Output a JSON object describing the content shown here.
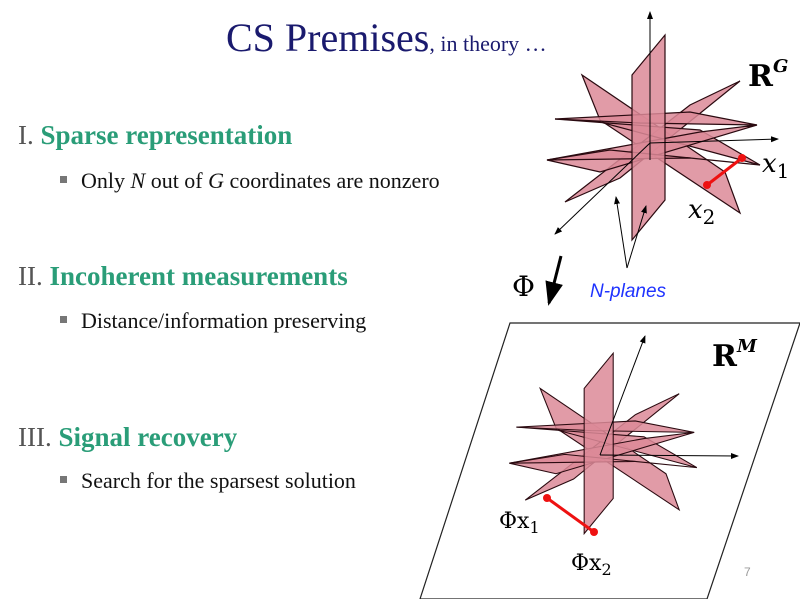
{
  "title": {
    "main": "CS Premises",
    "sub": ", in theory …"
  },
  "sections": [
    {
      "numeral": "I.",
      "heading": "Sparse representation",
      "bullet": {
        "pre": "Only ",
        "m1": "N",
        "mid": " out of ",
        "m2": "G",
        "post": " coordinates are nonzero"
      }
    },
    {
      "numeral": "II.",
      "heading": "Incoherent measurements",
      "bullet": {
        "text": "Distance/information preserving"
      }
    },
    {
      "numeral": "III.",
      "heading": "Signal recovery",
      "bullet": {
        "text": "Search for the sparsest solution"
      }
    }
  ],
  "diagram": {
    "space_top": "R",
    "space_top_sup": "G",
    "space_bottom": "R",
    "space_bottom_sup": "M",
    "x1": "x",
    "x1_sub": "1",
    "x2": "x",
    "x2_sub": "2",
    "phi": "Φ",
    "phi_x1": "Φx",
    "phi_x1_sub": "1",
    "phi_x2": "Φx",
    "phi_x2_sub": "2",
    "planes_label": "N-planes",
    "plane_color": "#dc8a98",
    "point_color": "#ee1111"
  },
  "page_number": "7"
}
